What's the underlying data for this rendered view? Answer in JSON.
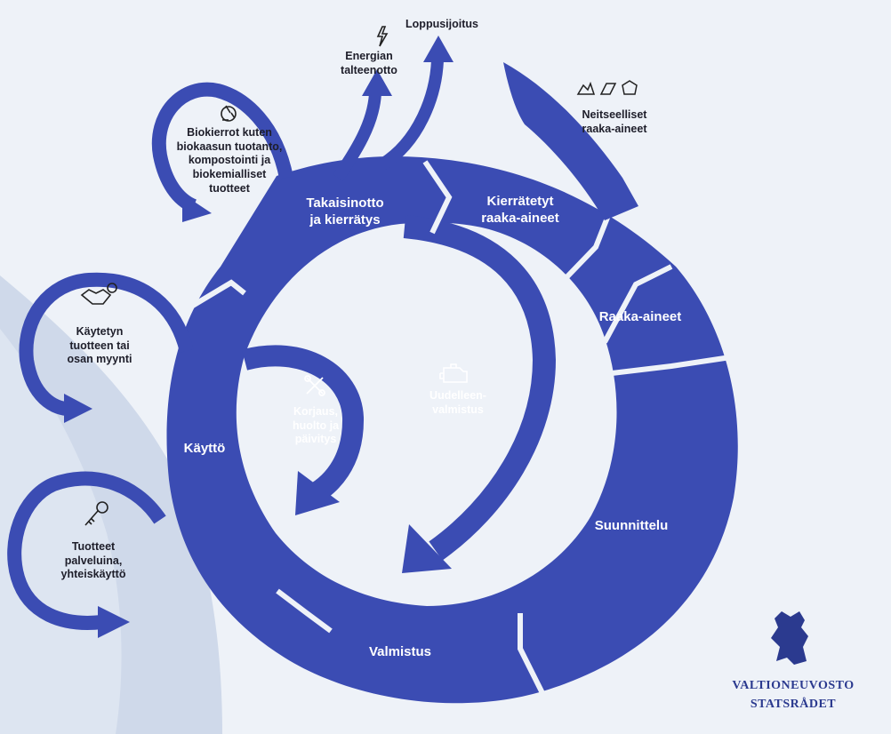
{
  "colors": {
    "spiral_blue": "#3b4cb3",
    "background": "#eef2f8",
    "background_swoosh": "#cfd9ea",
    "text_dark": "#1e1e2a",
    "logo_blue": "#2b3a8f"
  },
  "ring_segments": {
    "takaisinotto": "Takaisinotto\nja kierrätys",
    "kierratetyt": "Kierrätetyt\nraaka-aineet",
    "raaka_aineet": "Raaka-aineet",
    "suunnittelu": "Suunnittelu",
    "valmistus": "Valmistus",
    "kaytto": "Käyttö"
  },
  "inner_loops": {
    "uudelleenvalmistus": "Uudelleen-\nvalmistus",
    "korjaus": "Korjaus,\nhuolto ja\npäivitys"
  },
  "outer_loops": {
    "biokierrot": "Biokierrot kuten\nbiokaasun tuotanto,\nkompostointi ja\nbiokemialliset\ntuotteet",
    "kaytetyn": "Käytetyn\ntuotteen tai\nosan myynti",
    "tuotteet_palveluina": "Tuotteet\npalveluina,\nyhteiskäyttö"
  },
  "exits": {
    "energian": "Energian\ntalteenotto",
    "loppusijoitus": "Loppusijoitus",
    "neitseelliset": "Neitseelliset\nraaka-aineet"
  },
  "icons": {
    "energy": "lightning-bolt-icon",
    "recycle": "recycle-icon",
    "handshake": "handshake-icon",
    "key": "key-icon",
    "tools": "wrench-screwdriver-icon",
    "engine": "engine-icon",
    "raw_materials": "raw-materials-icon"
  },
  "logo": {
    "line1": "VALTIONEUVOSTO",
    "line2": "STATSRÅDET"
  }
}
